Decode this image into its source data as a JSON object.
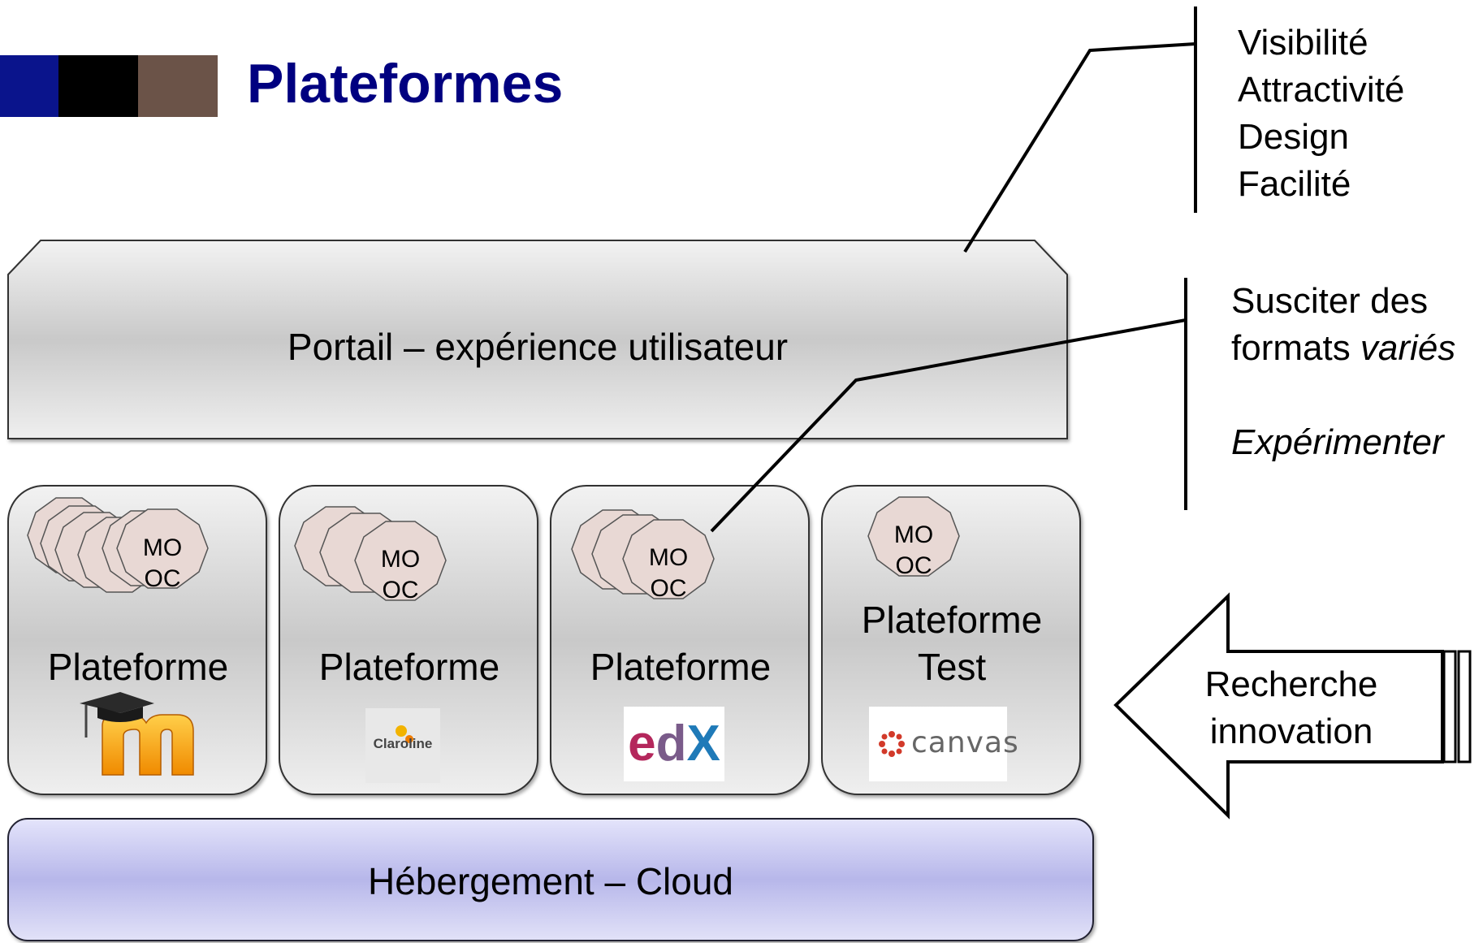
{
  "header": {
    "title": "Plateformes",
    "band_colors": [
      "#0a148c",
      "#000000",
      "#6b5348"
    ]
  },
  "portal": {
    "label": "Portail – expérience utilisateur"
  },
  "hosting": {
    "label": "Hébergement – Cloud"
  },
  "platforms": [
    {
      "label": "Plateforme",
      "mooc_line1": "MO",
      "mooc_line2": "OC",
      "logo": "moodle-logo",
      "logo_text": "m"
    },
    {
      "label": "Plateforme",
      "mooc_line1": "MO",
      "mooc_line2": "OC",
      "logo": "claroline-logo",
      "logo_text": "Claroline"
    },
    {
      "label": "Plateforme",
      "mooc_line1": "MO",
      "mooc_line2": "OC",
      "logo": "edx-logo",
      "logo_text_1": "e",
      "logo_text_2": "d",
      "logo_text_3": "X"
    },
    {
      "label_line1": "Plateforme",
      "label_line2": "Test",
      "mooc_line1": "MO",
      "mooc_line2": "OC",
      "logo": "canvas-logo",
      "logo_text": "canvas"
    }
  ],
  "callout_top": {
    "items": [
      "Visibilité",
      "Attractivité",
      "Design",
      "Facilité"
    ]
  },
  "callout_middle": {
    "line1_plain": "Susciter des",
    "line2_plain": "formats ",
    "line2_italic": "variés",
    "line3_italic": "Expérimenter"
  },
  "arrow": {
    "line1": "Recherche",
    "line2": "innovation"
  },
  "colors": {
    "title": "#000080",
    "hosting_fill": "#c8c8f0",
    "mooc_fill": "#e8d8d4",
    "box_fill": "#d9d9d9"
  }
}
